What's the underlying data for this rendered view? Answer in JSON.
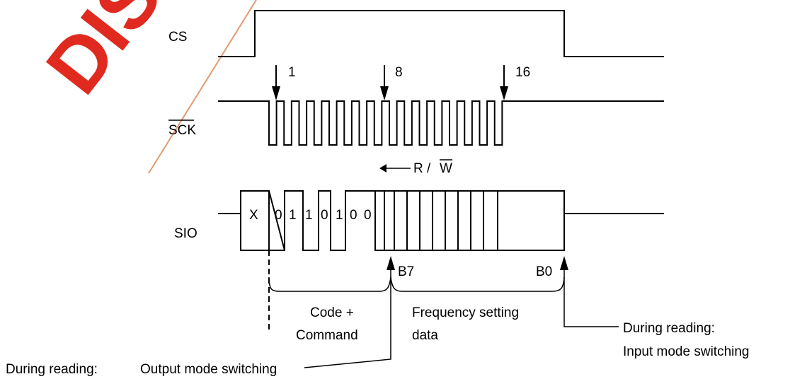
{
  "watermark": {
    "text": "DISCO",
    "color": "#e02a20"
  },
  "signals": {
    "cs": "CS",
    "sck": "SCK",
    "sio": "SIO"
  },
  "clock_markers": {
    "first": "1",
    "eighth": "8",
    "sixteenth": "16"
  },
  "sio_bits": {
    "x": "X",
    "b0": "0",
    "b1": "1",
    "b2": "1",
    "b3": "0",
    "b4": "1",
    "b5": "0",
    "b6": "0"
  },
  "rw_label": {
    "prefix": "R / ",
    "overbar": "W"
  },
  "bit_labels": {
    "msb": "B7",
    "lsb": "B0"
  },
  "brackets": {
    "code_command_line1": "Code +",
    "code_command_line2": "Command",
    "freq_line1": "Frequency setting",
    "freq_line2": "data"
  },
  "notes": {
    "input_line1": "During reading:",
    "input_line2": "Input mode switching",
    "output_prefix": "During reading:",
    "output_text": "Output mode switching"
  }
}
